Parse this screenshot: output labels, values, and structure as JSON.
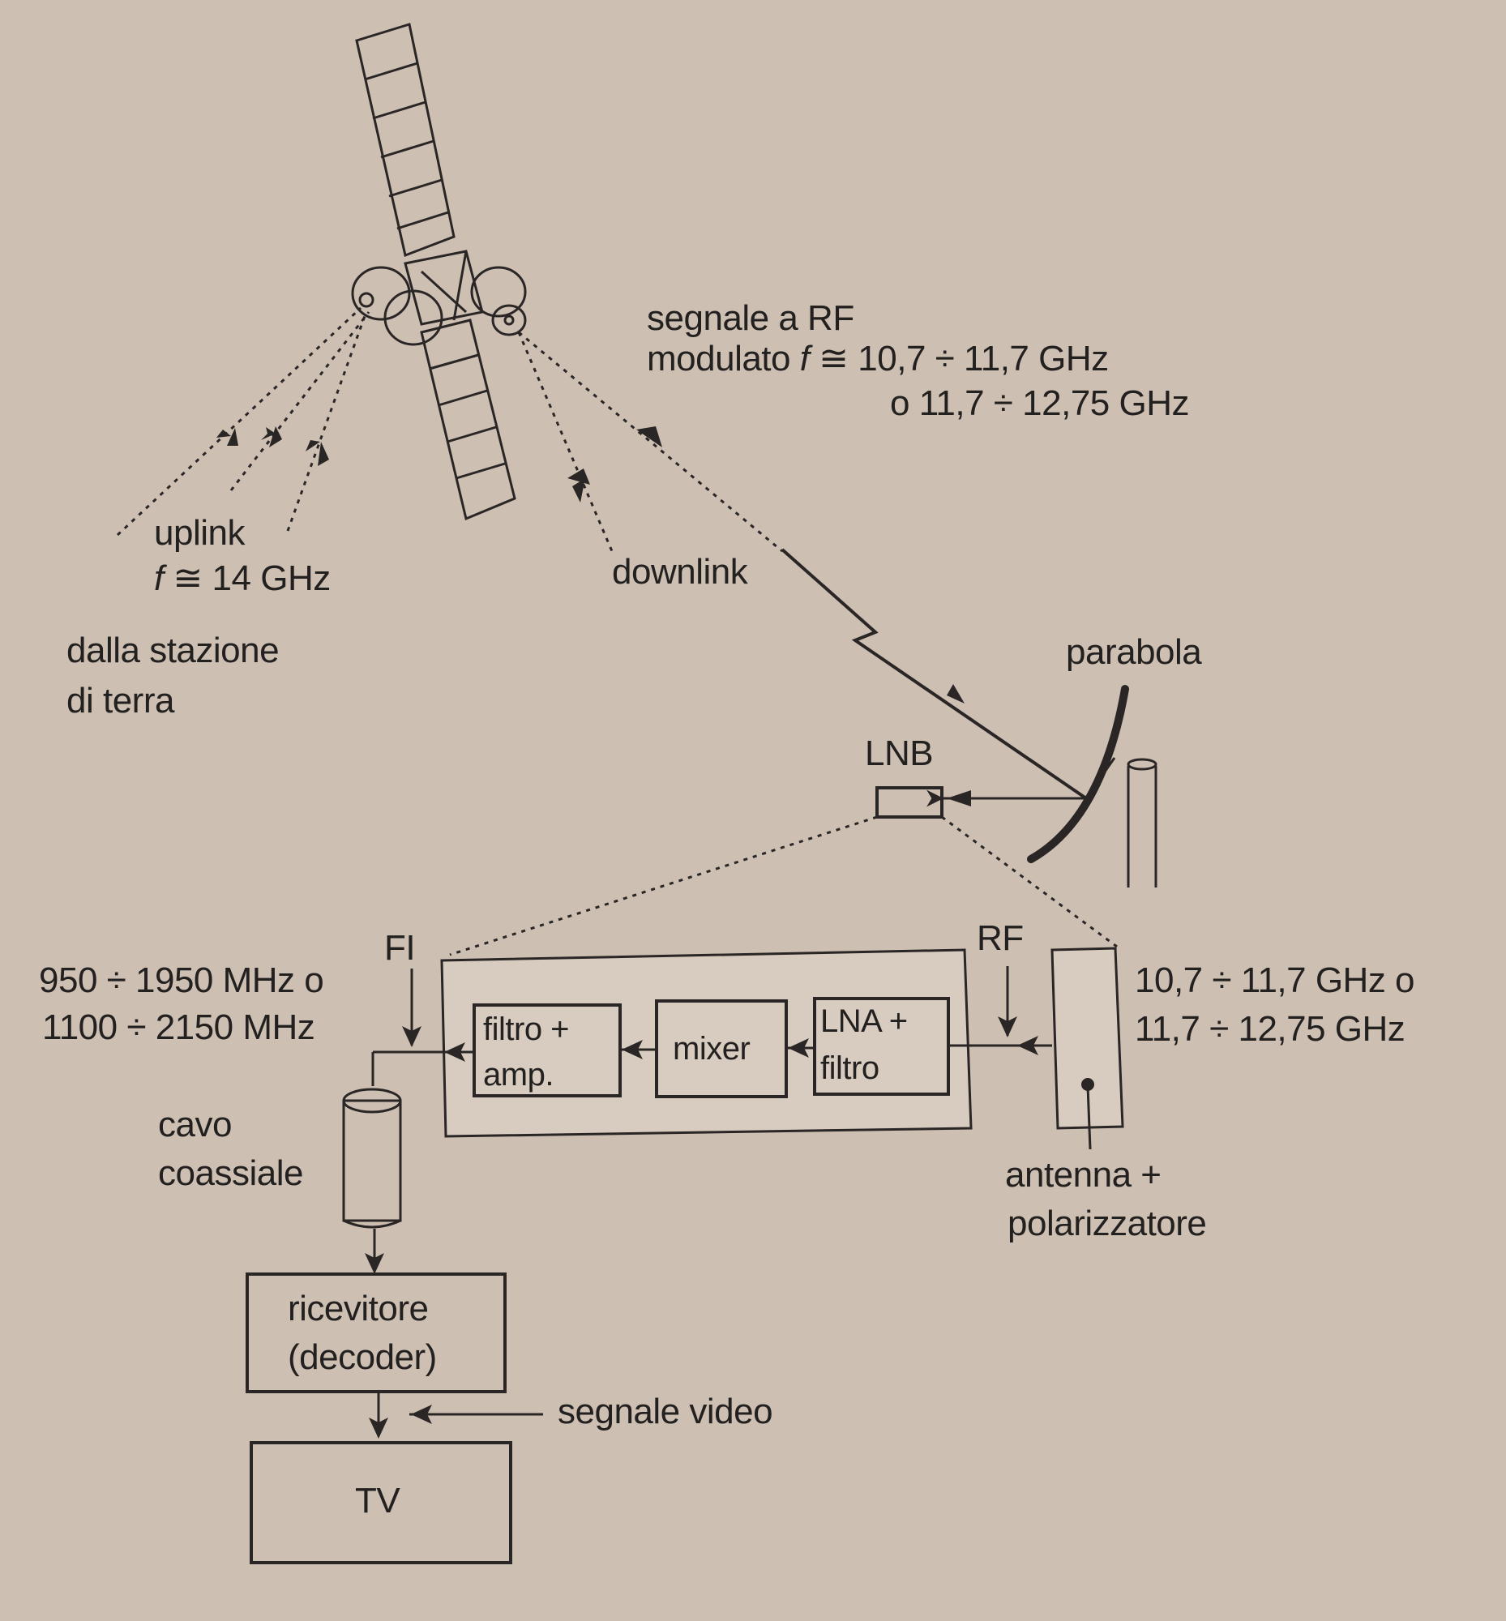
{
  "labels": {
    "signal_rf_line1": "segnale a RF",
    "signal_rf_line2_prefix": "modulato ",
    "signal_rf_f": "f",
    "signal_rf_line2_suffix": " ≅ 10,7 ÷ 11,7 GHz",
    "signal_rf_line3": "o 11,7 ÷ 12,75 GHz",
    "uplink": "uplink",
    "uplink_f": "f",
    "uplink_freq": " ≅ 14 GHz",
    "downlink": "downlink",
    "ground_station_line1": "dalla stazione",
    "ground_station_line2": "di terra",
    "parabola": "parabola",
    "lnb": "LNB",
    "fi": "FI",
    "rf": "RF",
    "fi_freq_line1": "950 ÷ 1950 MHz o",
    "fi_freq_line2": "1100 ÷ 2150 MHz",
    "rf_freq_line1": "10,7 ÷ 11,7 GHz o",
    "rf_freq_line2": "11,7 ÷ 12,75 GHz",
    "cable_line1": "cavo",
    "cable_line2": "coassiale",
    "antenna_line1": "antenna +",
    "antenna_line2": "polarizzatore",
    "video_signal": "segnale video"
  },
  "blocks": {
    "filter_amp_line1": "filtro +",
    "filter_amp_line2": "amp.",
    "mixer": "mixer",
    "lna_line1": "LNA +",
    "lna_line2": "filtro",
    "receiver_line1": "ricevitore",
    "receiver_line2": "(decoder)",
    "tv": "TV"
  }
}
